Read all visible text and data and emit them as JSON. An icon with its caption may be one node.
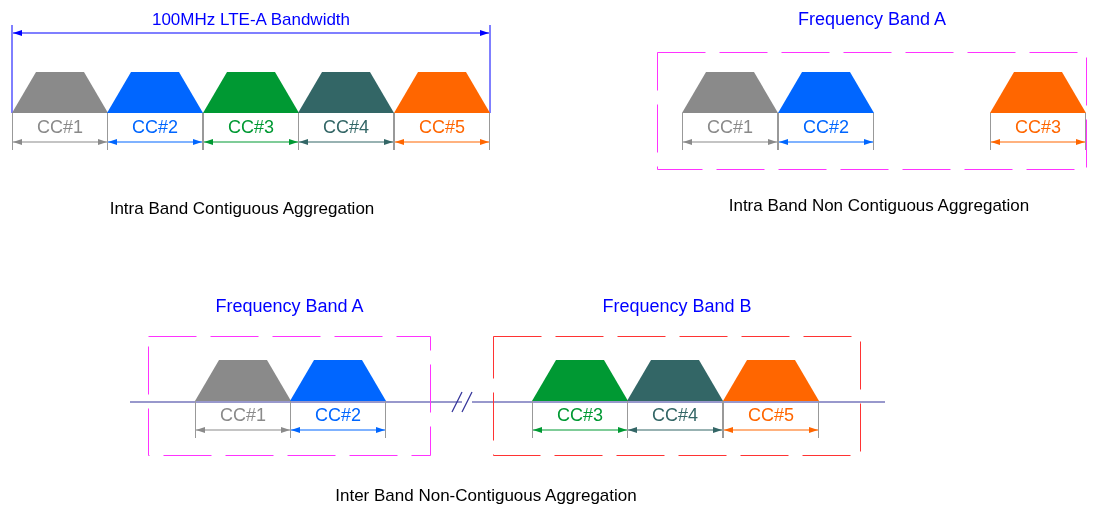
{
  "diagram": {
    "nodes": [
      {
        "text": [
          "CC#1"
        ]
      },
      {
        "text": [
          "CC#2"
        ]
      },
      {
        "text": [
          "CC#3"
        ]
      },
      {
        "text": [
          "CC#4"
        ]
      },
      {
        "text": [
          "CC#5"
        ]
      },
      {
        "text": [
          "Frequency Band A"
        ]
      },
      {
        "text": [
          "CC#1"
        ],
        "in": 5
      },
      {
        "text": [
          "CC#2"
        ],
        "in": 5
      },
      {
        "text": [
          "CC#3"
        ],
        "in": 5
      },
      {
        "text": [
          "Frequency Band A"
        ]
      },
      {
        "text": [
          "CC#1"
        ],
        "in": 9
      },
      {
        "text": [
          "CC#2"
        ],
        "in": 9
      },
      {
        "text": [
          "Frequency Band B"
        ]
      },
      {
        "text": [
          "CC#3"
        ],
        "in": 12
      },
      {
        "text": [
          "CC#4"
        ],
        "in": 12
      },
      {
        "text": [
          "CC#5"
        ],
        "in": 12
      }
    ],
    "edges": [],
    "labels": [
      "100MHz LTE-A Bandwidth",
      "Intra Band Contiguous Aggregation",
      "Intra Band Non Contiguous Aggregation",
      "Inter Band Non-Contiguous Aggregation"
    ]
  }
}
